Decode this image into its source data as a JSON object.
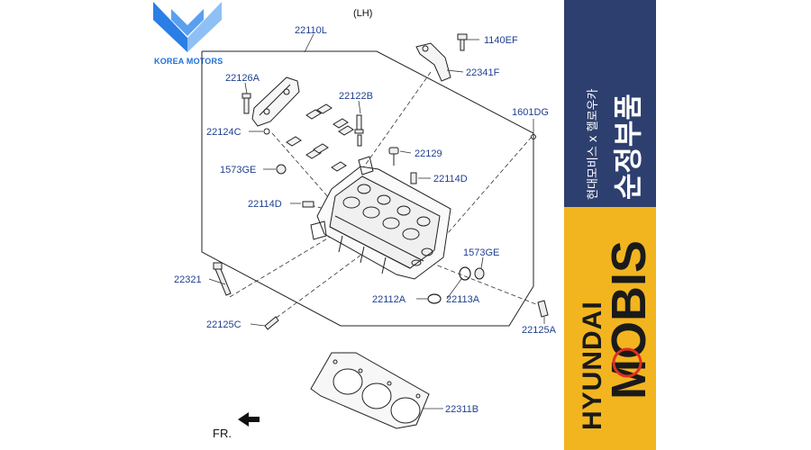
{
  "logo": {
    "text": "KOREA MOTORS",
    "color": "#1e6fd9"
  },
  "diagram": {
    "view_label": "(LH)",
    "front_marker": "FR.",
    "parts": [
      {
        "id": "22110L"
      },
      {
        "id": "1140EF"
      },
      {
        "id": "22341F"
      },
      {
        "id": "22126A"
      },
      {
        "id": "22122B"
      },
      {
        "id": "1601DG"
      },
      {
        "id": "22124C"
      },
      {
        "id": "22129"
      },
      {
        "id": "1573GE"
      },
      {
        "id": "22114D"
      },
      {
        "id": "22114D"
      },
      {
        "id": "1573GE"
      },
      {
        "id": "22321"
      },
      {
        "id": "22112A"
      },
      {
        "id": "22113A"
      },
      {
        "id": "22125C"
      },
      {
        "id": "22125A"
      },
      {
        "id": "22311B"
      }
    ]
  },
  "banner": {
    "top_color": "#2d3f6e",
    "bottom_color": "#f2b51f",
    "korean_small": "현대모비스 x 헬로우카",
    "korean_big": "순정부품",
    "brand_small": "HYUNDAI",
    "brand_big": "MOBIS",
    "accent_color": "#e03020"
  }
}
